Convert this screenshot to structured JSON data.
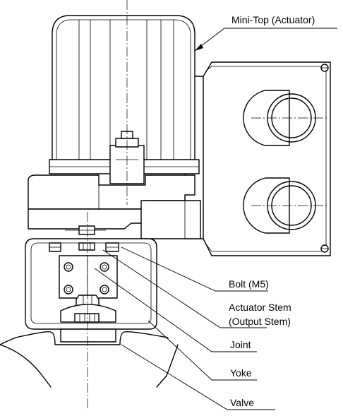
{
  "labels": {
    "mini_top": "Mini-Top (Actuator)",
    "bolt": "Bolt (M5)",
    "actuator_stem_line1": "Actuator Stem",
    "actuator_stem_line2": "(Output Stem)",
    "joint": "Joint",
    "yoke": "Yoke",
    "valve": "Valve"
  },
  "colors": {
    "line": "#000000",
    "background": "#ffffff"
  }
}
